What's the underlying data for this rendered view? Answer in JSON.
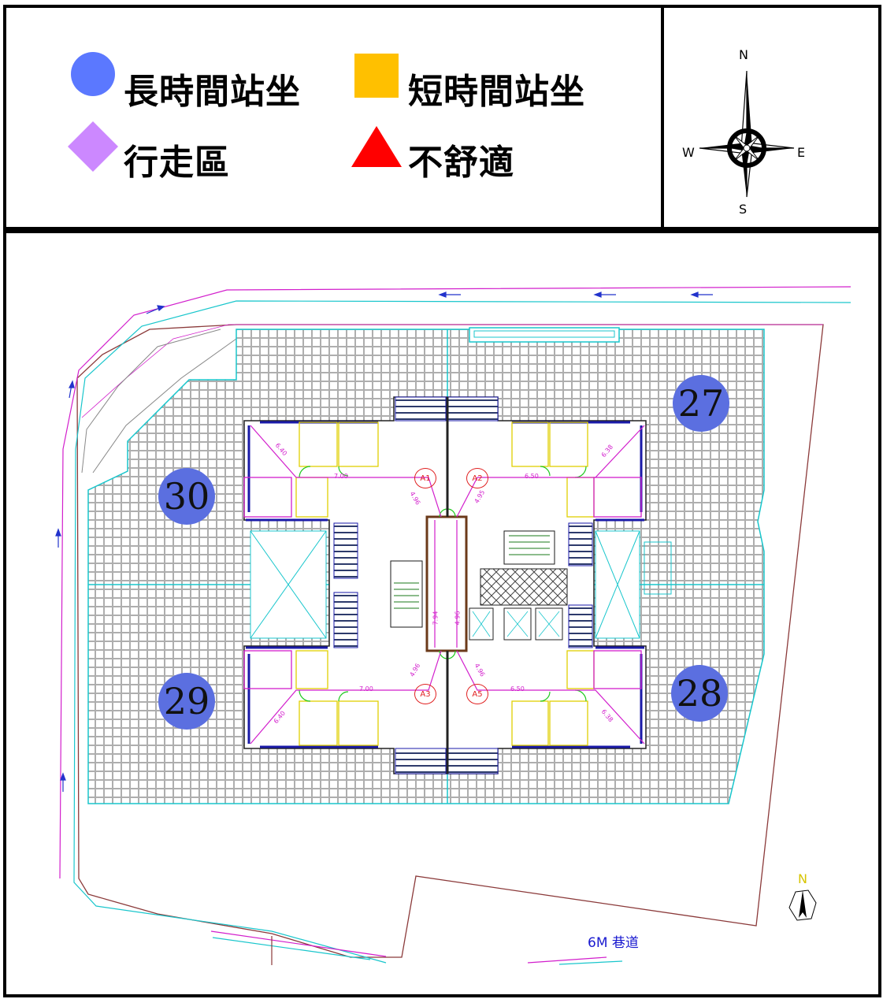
{
  "legend": {
    "items": [
      {
        "symbol": "circle",
        "color": "#5b78ff",
        "label": "長時間站坐"
      },
      {
        "symbol": "square",
        "color": "#ffc000",
        "label": "短時間站坐"
      },
      {
        "symbol": "diamond",
        "color": "#cc88ff",
        "label": "行走區"
      },
      {
        "symbol": "triangle",
        "color": "#ff0000",
        "label": "不舒適"
      }
    ]
  },
  "compass": {
    "north": "N",
    "south": "S",
    "east": "E",
    "west": "W"
  },
  "markers": [
    {
      "label": "27",
      "color": "#5b6fe0"
    },
    {
      "label": "30",
      "color": "#5b6fe0"
    },
    {
      "label": "29",
      "color": "#5b6fe0"
    },
    {
      "label": "28",
      "color": "#5b6fe0"
    }
  ],
  "units": [
    "A1",
    "A2",
    "A3",
    "A5"
  ],
  "dimensions": [
    "6.40",
    "7.00",
    "4.96",
    "4.95",
    "6.50",
    "6.38",
    "7.94",
    "4.96",
    "4.96",
    "7.00",
    "4.96",
    "6.50",
    "6.40",
    "6.38"
  ],
  "north_indicator": "N",
  "street_label": "6M 巷道"
}
